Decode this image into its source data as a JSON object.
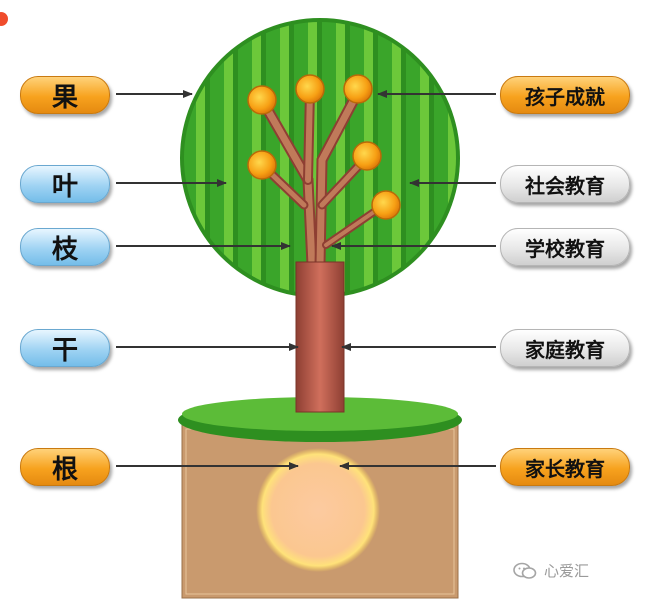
{
  "left_labels": [
    {
      "text": "果",
      "color": "orange"
    },
    {
      "text": "叶",
      "color": "blue"
    },
    {
      "text": "枝",
      "color": "blue"
    },
    {
      "text": "干",
      "color": "blue"
    },
    {
      "text": "根",
      "color": "orange"
    }
  ],
  "right_labels": [
    {
      "text": "孩子成就",
      "color": "orange"
    },
    {
      "text": "社会教育",
      "color": "grey"
    },
    {
      "text": "学校教育",
      "color": "grey"
    },
    {
      "text": "家庭教育",
      "color": "grey"
    },
    {
      "text": "家长教育",
      "color": "orange"
    }
  ],
  "watermark": {
    "text": "心爱汇"
  },
  "colors": {
    "leaf_dark": "#2e9a22",
    "leaf_light": "#6cc83a",
    "trunk": "#b8594a",
    "branch": "#c07a5a",
    "fruit": "#f7a014",
    "soil": "#c99a6e",
    "root_glow": "#fbd28a"
  }
}
